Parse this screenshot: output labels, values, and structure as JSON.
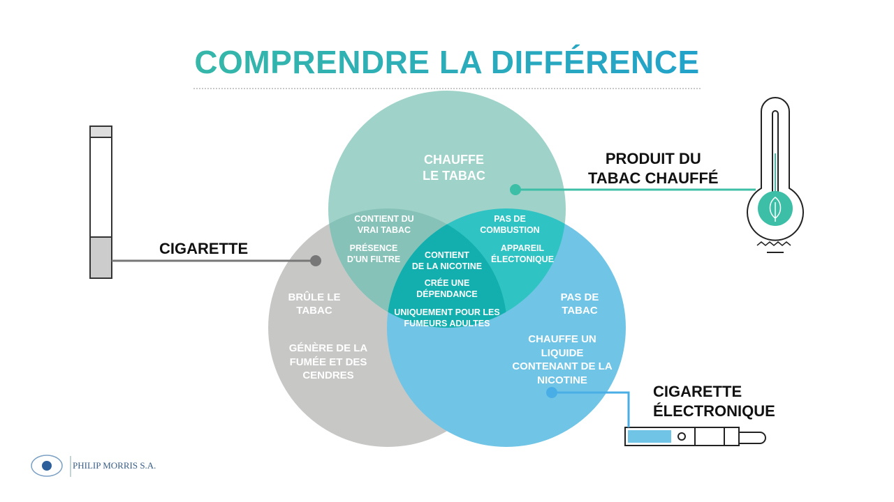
{
  "title": "COMPRENDRE LA DIFFÉRENCE",
  "colors": {
    "heated": "#9fd2c8",
    "cigarette": "#c7c8c6",
    "ecig": "#70c4e6",
    "heated_cig": "#86c2b7",
    "heated_ecig": "#2fc3c3",
    "all": "#12afae"
  },
  "labels": {
    "cigarette": "CIGARETTE",
    "heated_line1": "PRODUIT DU",
    "heated_line2": "TABAC CHAUFFÉ",
    "ecig_line1": "CIGARETTE",
    "ecig_line2": "ÉLECTRONIQUE"
  },
  "regions": {
    "heated_only": [
      "CHAUFFE",
      "LE TABAC"
    ],
    "cig_only": {
      "a": [
        "BRÛLE LE",
        "TABAC"
      ],
      "b": [
        "GÉNÈRE DE LA",
        "FUMÉE ET DES",
        "CENDRES"
      ]
    },
    "ecig_only": {
      "a": [
        "PAS DE",
        "TABAC"
      ],
      "b": [
        "CHAUFFE UN",
        "LIQUIDE",
        "CONTENANT DE LA",
        "NICOTINE"
      ]
    },
    "heated_cig": {
      "a": [
        "CONTIENT DU",
        "VRAI TABAC"
      ],
      "b": [
        "PRÉSENCE",
        "D'UN FILTRE"
      ]
    },
    "heated_ecig": {
      "a": [
        "PAS DE",
        "COMBUSTION"
      ],
      "b": [
        "APPAREIL",
        "ÉLECTONIQUE"
      ]
    },
    "all": {
      "a": [
        "CONTIENT",
        "DE LA NICOTINE"
      ],
      "b": [
        "CRÉE UNE",
        "DÉPENDANCE"
      ],
      "c": [
        "UNIQUEMENT POUR LES",
        "FUMEURS ADULTES"
      ]
    }
  },
  "logo": "PHILIP MORRIS S.A."
}
